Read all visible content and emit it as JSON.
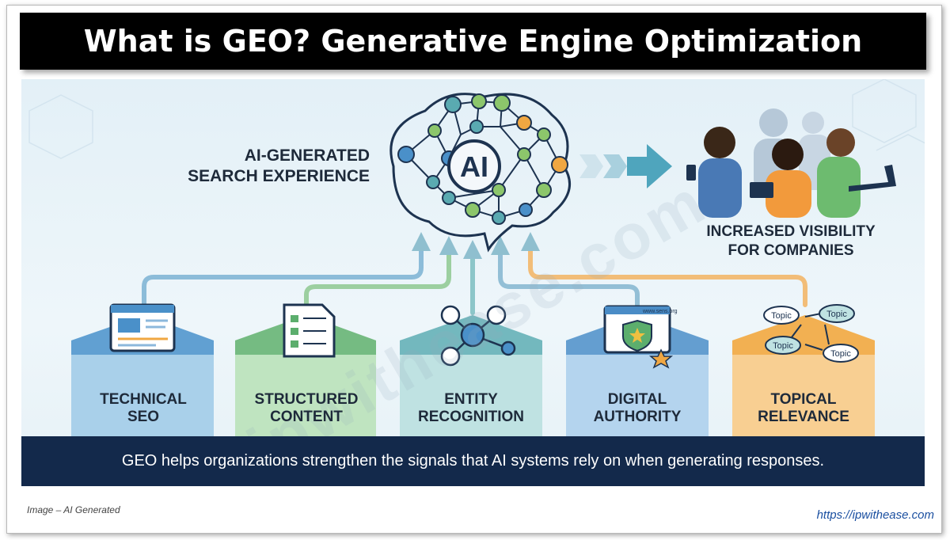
{
  "title": "What is GEO? Generative Engine Optimization",
  "center": {
    "ai_badge": "AI",
    "ai_label_line1": "AI-GENERATED",
    "ai_label_line2": "SEARCH EXPERIENCE",
    "visibility_line1": "INCREASED VISIBILITY",
    "visibility_line2": "FOR COMPANIES"
  },
  "pillars": [
    {
      "line1": "TECHNICAL",
      "line2": "SEO",
      "color": "#4a90c9"
    },
    {
      "line1": "STRUCTURED",
      "line2": "CONTENT",
      "color": "#5cae6d"
    },
    {
      "line1": "ENTITY",
      "line2": "RECOGNITION",
      "color": "#5aaab1"
    },
    {
      "line1": "DIGITAL",
      "line2": "AUTHORITY",
      "color": "#4a8cc6"
    },
    {
      "line1": "TOPICAL",
      "line2": "RELEVANCE",
      "color": "#f0a742"
    }
  ],
  "digital_authority_url": "www.sens.org",
  "topic_label": "Topic",
  "banner_text": "GEO helps organizations strengthen the signals that AI systems rely on when generating responses.",
  "watermark": "ipwithease.com",
  "footnote": "Image – AI Generated",
  "url": "https://ipwithease.com"
}
